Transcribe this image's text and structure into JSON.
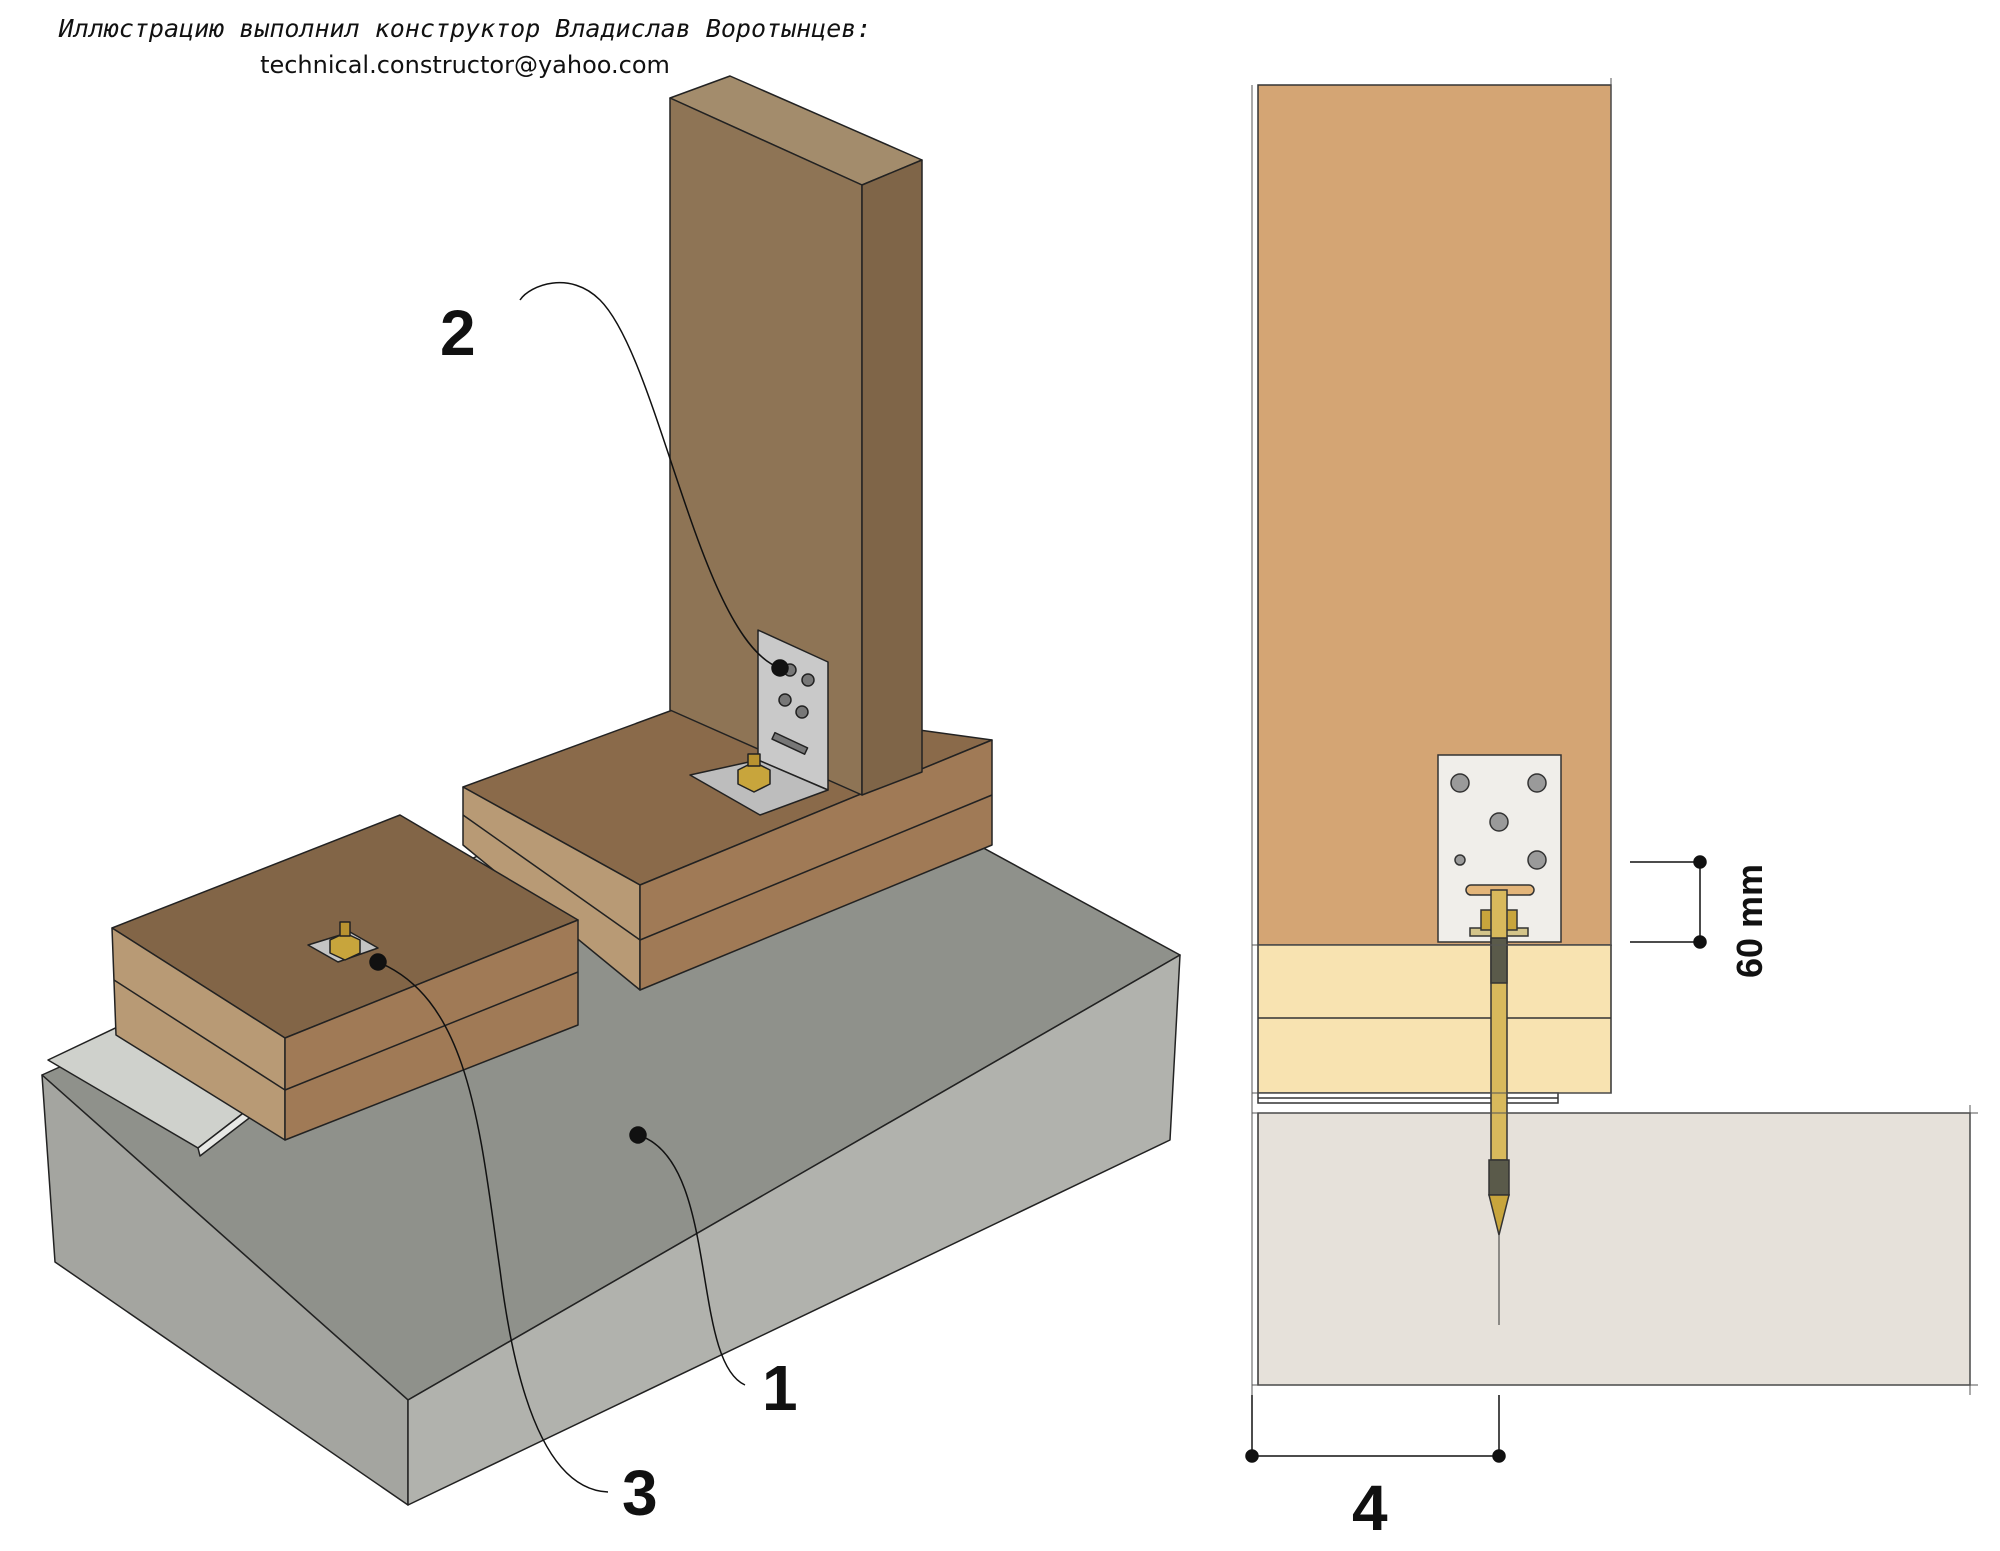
{
  "credit": {
    "line1": "Иллюстрацию выполнил конструктор Владислав Воротынцев:",
    "line2": "technical.constructor@yahoo.com"
  },
  "callouts": {
    "c1": "1",
    "c2": "2",
    "c3": "3",
    "c4": "4"
  },
  "dimension": {
    "height_label": "60 mm"
  },
  "colors": {
    "concrete_top": "#8f918b",
    "concrete_left": "#a4a5a0",
    "concrete_front": "#b1b2ad",
    "wood_top": "#8a6a4a",
    "wood_side": "#b89a75",
    "wood_front": "#a07a56",
    "post_front": "#8e7455",
    "post_side": "#7f6548",
    "section_wood": "#d4a574",
    "section_sill": "#f8e3b1",
    "section_concrete": "#e6e1da",
    "bracket": "#c9c9c9",
    "anchor": "#c8aa55"
  }
}
